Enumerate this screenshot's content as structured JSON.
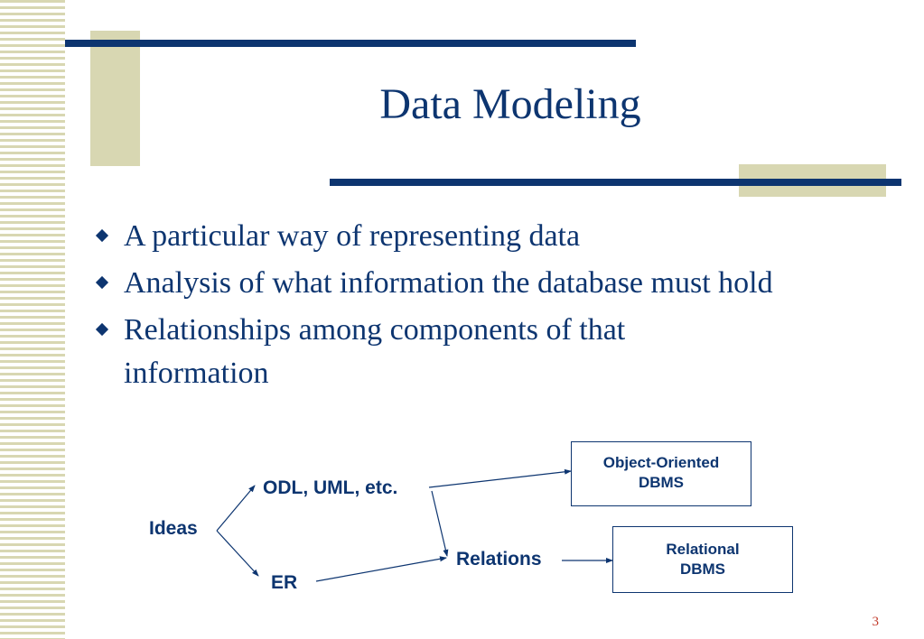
{
  "slide": {
    "title": "Data Modeling",
    "bullets": [
      "A particular way of representing data",
      "Analysis of what information the database must hold",
      "Relationships among components of that information"
    ],
    "page_number": "3"
  },
  "diagram": {
    "ideas": "Ideas",
    "odl": "ODL, UML, etc.",
    "er": "ER",
    "relations": "Relations",
    "oo_dbms_line1": "Object-Oriented",
    "oo_dbms_line2": "DBMS",
    "rel_dbms_line1": "Relational",
    "rel_dbms_line2": "DBMS"
  },
  "colors": {
    "accent": "#0d3570",
    "tan": "#d8d7b2",
    "page_number": "#c23a2a"
  }
}
